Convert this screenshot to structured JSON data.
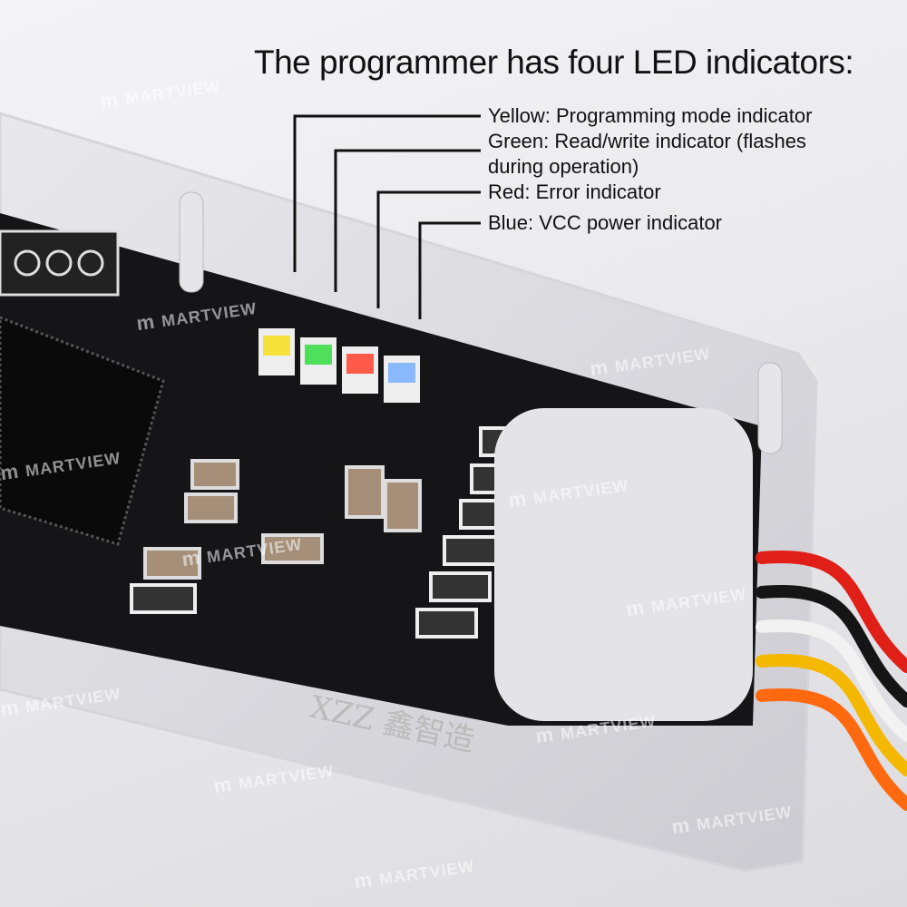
{
  "title": "The programmer has four LED indicators:",
  "indicators": [
    {
      "label": "Yellow: Programming mode indicator",
      "color": "#f5e23a"
    },
    {
      "label": "Green: Read/write indicator (flashes",
      "label_line2": "during operation)",
      "color": "#4ee05a"
    },
    {
      "label": "Red: Error indicator",
      "color": "#ff5a4a"
    },
    {
      "label": "Blue: VCC power indicator",
      "color": "#8ab8ff"
    }
  ],
  "watermark": "MARTVIEW",
  "board_marking": "XZZ 鑫智造",
  "cable_colors": [
    "#e02018",
    "#151515",
    "#f2f2f2",
    "#f5b800",
    "#ff6a10"
  ]
}
